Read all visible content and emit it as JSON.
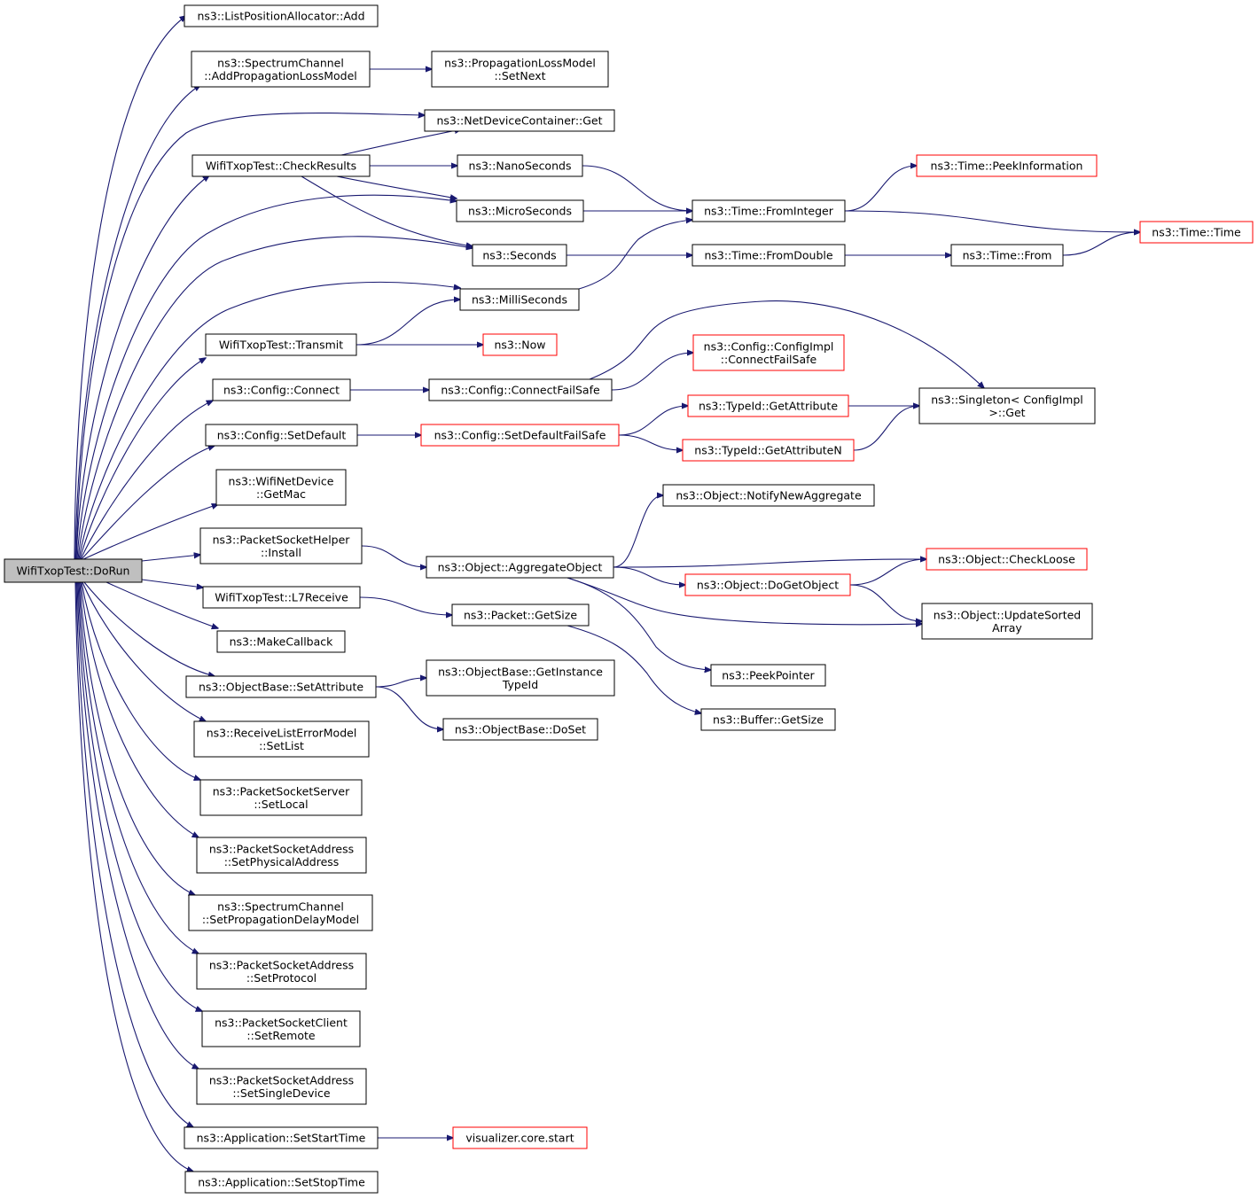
{
  "colors": {
    "edge": "#191970",
    "border_normal": "#000000",
    "border_truncated": "#ff0000",
    "root_fill": "#bfbfbf"
  },
  "nodes": {
    "n0": {
      "lines": [
        "WifiTxopTest::DoRun"
      ],
      "style": "root"
    },
    "n1": {
      "lines": [
        "ns3::ListPositionAllocator::Add"
      ],
      "style": "normal"
    },
    "n2": {
      "lines": [
        "ns3::SpectrumChannel",
        "::AddPropagationLossModel"
      ],
      "style": "normal"
    },
    "n3": {
      "lines": [
        "ns3::PropagationLossModel",
        "::SetNext"
      ],
      "style": "normal"
    },
    "n4": {
      "lines": [
        "ns3::NetDeviceContainer::Get"
      ],
      "style": "normal"
    },
    "n5": {
      "lines": [
        "WifiTxopTest::CheckResults"
      ],
      "style": "normal"
    },
    "n6": {
      "lines": [
        "ns3::NanoSeconds"
      ],
      "style": "normal"
    },
    "n7": {
      "lines": [
        "ns3::Time::PeekInformation"
      ],
      "style": "truncated"
    },
    "n8": {
      "lines": [
        "ns3::MicroSeconds"
      ],
      "style": "normal"
    },
    "n9": {
      "lines": [
        "ns3::Time::FromInteger"
      ],
      "style": "normal"
    },
    "n10": {
      "lines": [
        "ns3::Time::Time"
      ],
      "style": "truncated"
    },
    "n11": {
      "lines": [
        "ns3::Seconds"
      ],
      "style": "normal"
    },
    "n12": {
      "lines": [
        "ns3::Time::FromDouble"
      ],
      "style": "normal"
    },
    "n13": {
      "lines": [
        "ns3::Time::From"
      ],
      "style": "normal"
    },
    "n14": {
      "lines": [
        "ns3::MilliSeconds"
      ],
      "style": "normal"
    },
    "n15": {
      "lines": [
        "WifiTxopTest::Transmit"
      ],
      "style": "normal"
    },
    "n16": {
      "lines": [
        "ns3::Now"
      ],
      "style": "truncated"
    },
    "n17": {
      "lines": [
        "ns3::Config::ConfigImpl",
        "::ConnectFailSafe"
      ],
      "style": "truncated"
    },
    "n18": {
      "lines": [
        "ns3::Config::Connect"
      ],
      "style": "normal"
    },
    "n19": {
      "lines": [
        "ns3::Config::ConnectFailSafe"
      ],
      "style": "normal"
    },
    "n20": {
      "lines": [
        "ns3::Singleton< ConfigImpl",
        " >::Get"
      ],
      "style": "normal"
    },
    "n21": {
      "lines": [
        "ns3::TypeId::GetAttribute"
      ],
      "style": "truncated"
    },
    "n22": {
      "lines": [
        "ns3::Config::SetDefault"
      ],
      "style": "normal"
    },
    "n23": {
      "lines": [
        "ns3::Config::SetDefaultFailSafe"
      ],
      "style": "truncated"
    },
    "n24": {
      "lines": [
        "ns3::TypeId::GetAttributeN"
      ],
      "style": "truncated"
    },
    "n25": {
      "lines": [
        "ns3::WifiNetDevice",
        "::GetMac"
      ],
      "style": "normal"
    },
    "n26": {
      "lines": [
        "ns3::Object::NotifyNewAggregate"
      ],
      "style": "normal"
    },
    "n27": {
      "lines": [
        "ns3::PacketSocketHelper",
        "::Install"
      ],
      "style": "normal"
    },
    "n28": {
      "lines": [
        "ns3::Object::AggregateObject"
      ],
      "style": "normal"
    },
    "n29": {
      "lines": [
        "ns3::Object::CheckLoose"
      ],
      "style": "truncated"
    },
    "n30": {
      "lines": [
        "ns3::Object::DoGetObject"
      ],
      "style": "truncated"
    },
    "n31": {
      "lines": [
        "WifiTxopTest::L7Receive"
      ],
      "style": "normal"
    },
    "n32": {
      "lines": [
        "ns3::Packet::GetSize"
      ],
      "style": "normal"
    },
    "n33": {
      "lines": [
        "ns3::Object::UpdateSorted",
        "Array"
      ],
      "style": "normal"
    },
    "n34": {
      "lines": [
        "ns3::MakeCallback"
      ],
      "style": "normal"
    },
    "n35": {
      "lines": [
        "ns3::ObjectBase::GetInstance",
        "TypeId"
      ],
      "style": "normal"
    },
    "n36": {
      "lines": [
        "ns3::ObjectBase::SetAttribute"
      ],
      "style": "normal"
    },
    "n37": {
      "lines": [
        "ns3::PeekPointer"
      ],
      "style": "normal"
    },
    "n38": {
      "lines": [
        "ns3::Buffer::GetSize"
      ],
      "style": "normal"
    },
    "n39": {
      "lines": [
        "ns3::ObjectBase::DoSet"
      ],
      "style": "normal"
    },
    "n40": {
      "lines": [
        "ns3::ReceiveListErrorModel",
        "::SetList"
      ],
      "style": "normal"
    },
    "n41": {
      "lines": [
        "ns3::PacketSocketServer",
        "::SetLocal"
      ],
      "style": "normal"
    },
    "n42": {
      "lines": [
        "ns3::PacketSocketAddress",
        "::SetPhysicalAddress"
      ],
      "style": "normal"
    },
    "n43": {
      "lines": [
        "ns3::SpectrumChannel",
        "::SetPropagationDelayModel"
      ],
      "style": "normal"
    },
    "n44": {
      "lines": [
        "ns3::PacketSocketAddress",
        "::SetProtocol"
      ],
      "style": "normal"
    },
    "n45": {
      "lines": [
        "ns3::PacketSocketClient",
        "::SetRemote"
      ],
      "style": "normal"
    },
    "n46": {
      "lines": [
        "ns3::PacketSocketAddress",
        "::SetSingleDevice"
      ],
      "style": "normal"
    },
    "n47": {
      "lines": [
        "ns3::Application::SetStartTime"
      ],
      "style": "normal"
    },
    "n48": {
      "lines": [
        "visualizer.core.start"
      ],
      "style": "truncated"
    },
    "n49": {
      "lines": [
        "ns3::Application::SetStopTime"
      ],
      "style": "normal"
    }
  },
  "edges": [
    [
      "n0",
      "n1"
    ],
    [
      "n0",
      "n2"
    ],
    [
      "n0",
      "n4"
    ],
    [
      "n0",
      "n5"
    ],
    [
      "n0",
      "n8"
    ],
    [
      "n0",
      "n11"
    ],
    [
      "n0",
      "n14"
    ],
    [
      "n0",
      "n15"
    ],
    [
      "n0",
      "n18"
    ],
    [
      "n0",
      "n22"
    ],
    [
      "n0",
      "n25"
    ],
    [
      "n0",
      "n27"
    ],
    [
      "n0",
      "n31"
    ],
    [
      "n0",
      "n34"
    ],
    [
      "n0",
      "n36"
    ],
    [
      "n0",
      "n40"
    ],
    [
      "n0",
      "n41"
    ],
    [
      "n0",
      "n42"
    ],
    [
      "n0",
      "n43"
    ],
    [
      "n0",
      "n44"
    ],
    [
      "n0",
      "n45"
    ],
    [
      "n0",
      "n46"
    ],
    [
      "n0",
      "n47"
    ],
    [
      "n0",
      "n49"
    ],
    [
      "n2",
      "n3"
    ],
    [
      "n5",
      "n4"
    ],
    [
      "n5",
      "n6"
    ],
    [
      "n5",
      "n8"
    ],
    [
      "n5",
      "n11"
    ],
    [
      "n6",
      "n9"
    ],
    [
      "n8",
      "n9"
    ],
    [
      "n9",
      "n7"
    ],
    [
      "n9",
      "n10"
    ],
    [
      "n11",
      "n12"
    ],
    [
      "n12",
      "n13"
    ],
    [
      "n13",
      "n10"
    ],
    [
      "n14",
      "n9"
    ],
    [
      "n15",
      "n14"
    ],
    [
      "n15",
      "n16"
    ],
    [
      "n18",
      "n19"
    ],
    [
      "n19",
      "n17"
    ],
    [
      "n19",
      "n20"
    ],
    [
      "n22",
      "n23"
    ],
    [
      "n23",
      "n21"
    ],
    [
      "n23",
      "n24"
    ],
    [
      "n21",
      "n20"
    ],
    [
      "n24",
      "n20"
    ],
    [
      "n27",
      "n28"
    ],
    [
      "n28",
      "n26"
    ],
    [
      "n28",
      "n29"
    ],
    [
      "n28",
      "n30"
    ],
    [
      "n28",
      "n33"
    ],
    [
      "n28",
      "n37"
    ],
    [
      "n30",
      "n29"
    ],
    [
      "n30",
      "n33"
    ],
    [
      "n31",
      "n32"
    ],
    [
      "n32",
      "n38"
    ],
    [
      "n36",
      "n35"
    ],
    [
      "n36",
      "n39"
    ],
    [
      "n47",
      "n48"
    ]
  ]
}
